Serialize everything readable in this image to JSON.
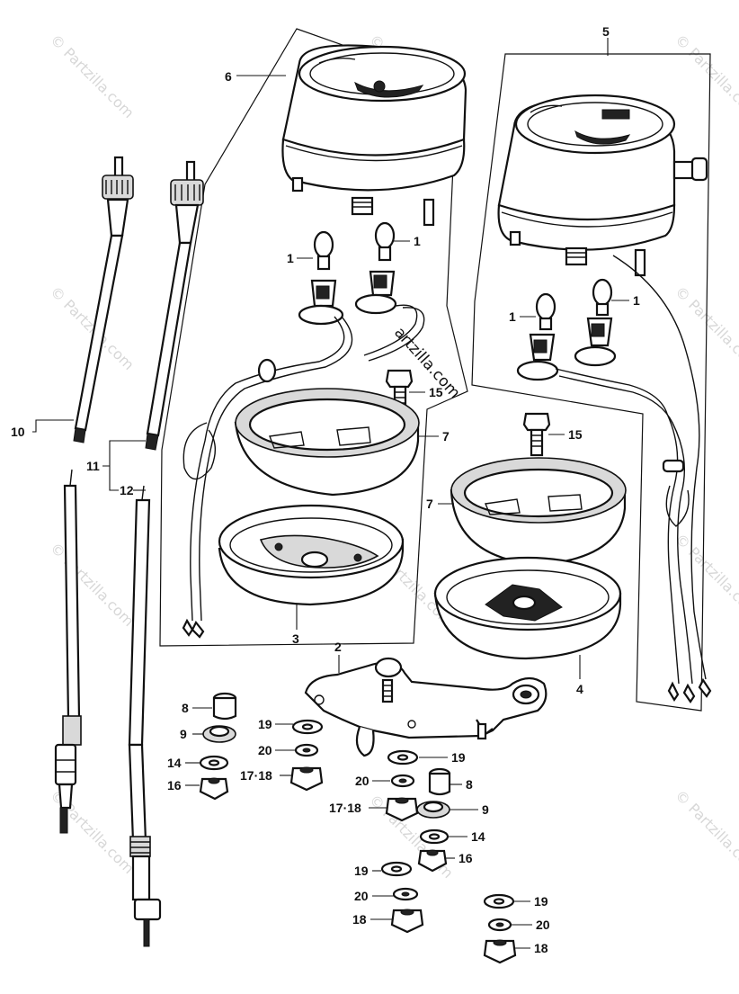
{
  "diagram": {
    "labels": {
      "p1a": "1",
      "p1b": "1",
      "p1c": "1",
      "p1d": "1",
      "p2": "2",
      "p3": "3",
      "p4": "4",
      "p5": "5",
      "p6": "6",
      "p7a": "7",
      "p7b": "7",
      "p8a": "8",
      "p8b": "8",
      "p9a": "9",
      "p9b": "9",
      "p10": "10",
      "p11": "11",
      "p12": "12",
      "p14a": "14",
      "p14b": "14",
      "p15a": "15",
      "p15b": "15",
      "p16a": "16",
      "p16b": "16",
      "p1718a": "17·18",
      "p1718b": "17·18",
      "p18a": "18",
      "p18b": "18",
      "p19a": "19",
      "p19b": "19",
      "p19c": "19",
      "p19d": "19",
      "p20a": "20",
      "p20b": "20",
      "p20c": "20",
      "p20d": "20"
    },
    "watermark": "© Partzilla.com",
    "watermark_center": "artzilla.com"
  }
}
